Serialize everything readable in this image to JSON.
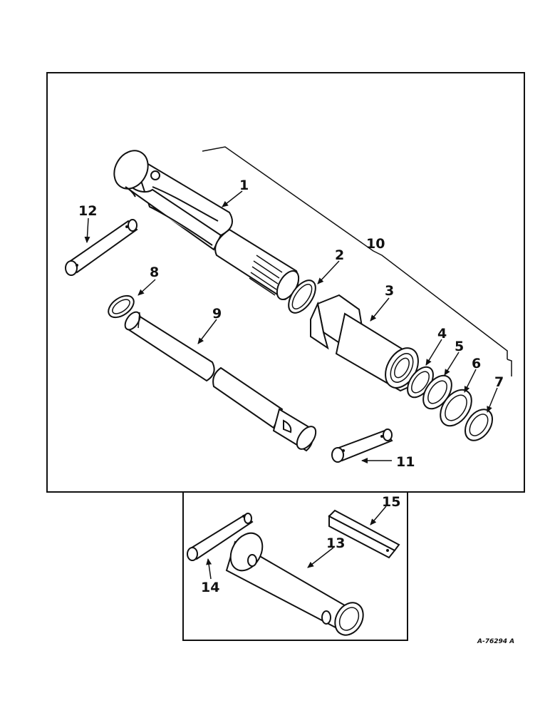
{
  "diagram": {
    "figure_id": "A-76294 A",
    "callouts": [
      {
        "id": "1",
        "label": "1"
      },
      {
        "id": "2",
        "label": "2"
      },
      {
        "id": "3",
        "label": "3"
      },
      {
        "id": "4",
        "label": "4"
      },
      {
        "id": "5",
        "label": "5"
      },
      {
        "id": "6",
        "label": "6"
      },
      {
        "id": "7",
        "label": "7"
      },
      {
        "id": "8",
        "label": "8"
      },
      {
        "id": "9",
        "label": "9"
      },
      {
        "id": "10",
        "label": "10"
      },
      {
        "id": "11",
        "label": "11"
      },
      {
        "id": "12",
        "label": "12"
      },
      {
        "id": "13",
        "label": "13"
      },
      {
        "id": "14",
        "label": "14"
      },
      {
        "id": "15",
        "label": "15"
      }
    ]
  }
}
